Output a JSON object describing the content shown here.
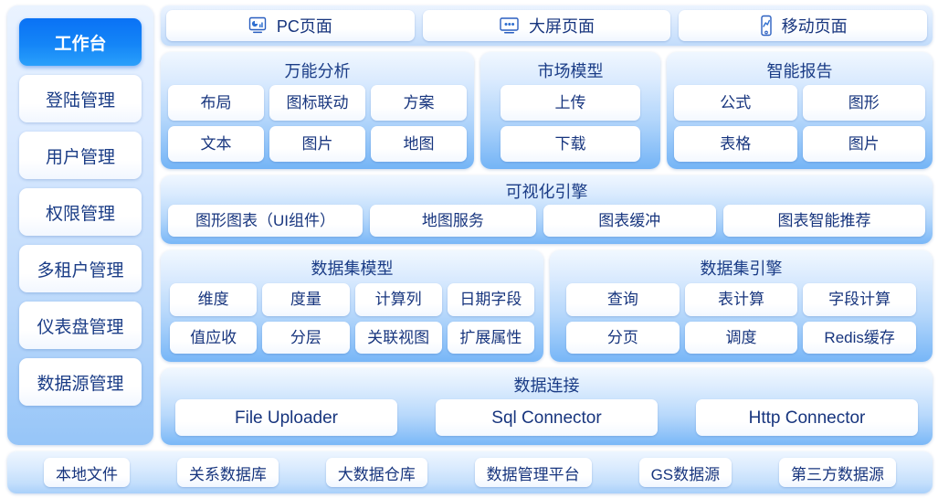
{
  "theme": {
    "accent_blue": "#1485f7",
    "text_blue": "#17357e",
    "panel_light": "#eff6ff",
    "panel_deep": "#74b4f6"
  },
  "sidebar": {
    "items": [
      {
        "label": "工作台",
        "active": true
      },
      {
        "label": "登陆管理",
        "active": false
      },
      {
        "label": "用户管理",
        "active": false
      },
      {
        "label": "权限管理",
        "active": false
      },
      {
        "label": "多租户管理",
        "active": false
      },
      {
        "label": "仪表盘管理",
        "active": false
      },
      {
        "label": "数据源管理",
        "active": false
      }
    ]
  },
  "tabs": [
    {
      "label": "PC页面",
      "icon": "monitor-chart-icon"
    },
    {
      "label": "大屏页面",
      "icon": "big-screen-icon"
    },
    {
      "label": "移动页面",
      "icon": "mobile-phone-icon"
    }
  ],
  "modules": [
    {
      "title": "万能分析",
      "items": [
        "布局",
        "图标联动",
        "方案",
        "文本",
        "图片",
        "地图"
      ]
    },
    {
      "title": "市场模型",
      "items": [
        "上传",
        "下载"
      ]
    },
    {
      "title": "智能报告",
      "items": [
        "公式",
        "图形",
        "表格",
        "图片"
      ]
    }
  ],
  "visualization_engine": {
    "title": "可视化引擎",
    "items": [
      "图形图表（UI组件）",
      "地图服务",
      "图表缓冲",
      "图表智能推荐"
    ]
  },
  "dataset": [
    {
      "title": "数据集模型",
      "items": [
        "维度",
        "度量",
        "计算列",
        "日期字段",
        "值应收",
        "分层",
        "关联视图",
        "扩展属性"
      ]
    },
    {
      "title": "数据集引擎",
      "items": [
        "查询",
        "表计算",
        "字段计算",
        "分页",
        "调度",
        "Redis缓存"
      ]
    }
  ],
  "data_connection": {
    "title": "数据连接",
    "items": [
      "File Uploader",
      "Sql Connector",
      "Http Connector"
    ]
  },
  "data_sources": {
    "items": [
      "本地文件",
      "关系数据库",
      "大数据仓库",
      "数据管理平台",
      "GS数据源",
      "第三方数据源"
    ]
  }
}
